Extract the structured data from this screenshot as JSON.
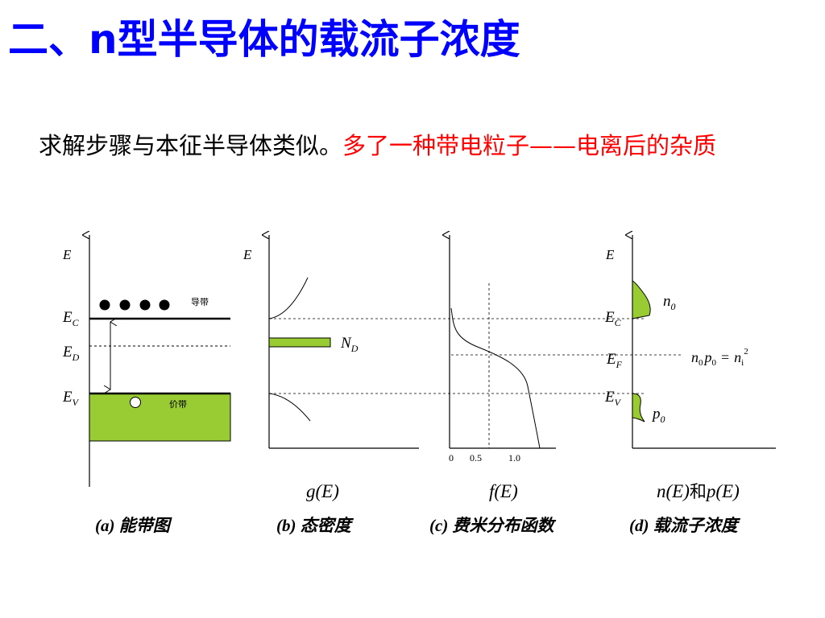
{
  "title": "二、n型半导体的载流子浓度",
  "intro": {
    "plain": "求解步骤与本征半导体类似。",
    "highlight": "多了一种带电粒子——电离后的杂质"
  },
  "colors": {
    "title": "#0000ff",
    "highlight": "#ff0000",
    "band_fill": "#99cc33"
  },
  "panel_a": {
    "axis": "E",
    "ec": {
      "main": "E",
      "sub": "C"
    },
    "ed": {
      "main": "E",
      "sub": "D"
    },
    "ev": {
      "main": "E",
      "sub": "V"
    },
    "conduction_band_label": "导带",
    "valence_band_label": "价带",
    "caption": "(a) 能带图"
  },
  "panel_b": {
    "axis": "E",
    "nd": {
      "main": "N",
      "sub": "D"
    },
    "function_label": "g(E)",
    "caption": "(b) 态密度"
  },
  "panel_c": {
    "ticks": [
      "0",
      "0.5",
      "1.0"
    ],
    "function_label": "f(E)",
    "caption": "(c) 费米分布函数"
  },
  "panel_d": {
    "axis": "E",
    "ec": {
      "main": "E",
      "sub": "C"
    },
    "ef": {
      "main": "E",
      "sub": "F"
    },
    "ev": {
      "main": "E",
      "sub": "V"
    },
    "n0": {
      "main": "n",
      "sub": "0"
    },
    "p0": {
      "main": "p",
      "sub": "0"
    },
    "mass_action": {
      "n": "n",
      "n_sub": "0",
      "p": "p",
      "p_sub": "0",
      "eq": "=",
      "ni": "n",
      "ni_sub": "i",
      "ni_sup": "2"
    },
    "function_label": {
      "n": "n(E)",
      "and": "和",
      "p": "p(E)"
    },
    "caption": "(d) 载流子浓度"
  }
}
